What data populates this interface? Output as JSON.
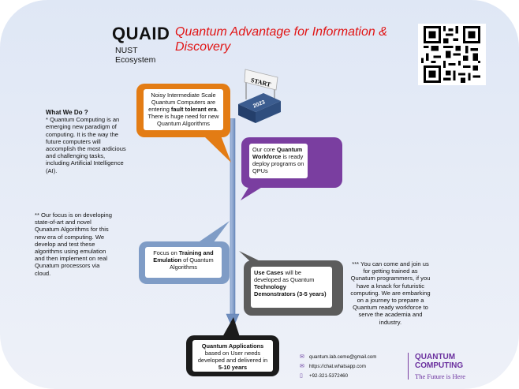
{
  "header": {
    "logo": "QUAID",
    "org_line1": "NUST",
    "org_line2": "Ecosystem",
    "tagline": "Quantum Advantage for Information & Discovery"
  },
  "start_sign": {
    "label": "START",
    "year": "2023"
  },
  "left_column": {
    "what_we_do_title": "What We Do ?",
    "what_we_do_body": "* Quantum Computing is an emerging new paradigm of computing. It is the way the future computers will accomplish the most ardicious and challenging tasks, including Artificial Intelligence (AI).",
    "focus_body": "** Our focus is on developing state-of-art and novel Qunatum Algorithms for this new era of computing. We develop and test these algorithms using emulation and then implement on real Qunatum processors via cloud."
  },
  "right_column": {
    "join_body": "*** You can come and join us for getting trained as Qunatum programmers, if you have a knack for futuristic computing. We are embarking on a journey to prepare a Quantum ready workforce to serve the academia and industry."
  },
  "bubbles": {
    "nisq": {
      "pre": "Noisy Intermediate Scale Quantum Computers are entering ",
      "bold": "fault tolerant era",
      "post": ". There is huge need for new Quantum Algorithms"
    },
    "workforce": {
      "pre": "Our core ",
      "bold": "Quantum Workforce",
      "post": " is ready deploy programs on QPUs"
    },
    "training": {
      "pre": "Focus on ",
      "bold": "Training and Emulation",
      "post": " of Quantum Algorithms"
    },
    "use_cases": {
      "bold1": "Use Cases",
      "mid": " will be developed as Quantum ",
      "bold2": "Technology Demonstrators (3-5 years)"
    },
    "applications": {
      "bold1": "Quantum Applications",
      "mid": " based on User needs developed and delivered in ",
      "bold2": "5-10 years"
    }
  },
  "contacts": {
    "email": "quantum.lab.ceme@gmail.com",
    "whatsapp": "https://chat.whatsapp.com",
    "phone": "+92-321-5372460",
    "icons": [
      "link-icon",
      "mail-icon",
      "phone-icon"
    ]
  },
  "brand": {
    "line1": "QUANTUM",
    "line2": "COMPUTING",
    "slogan": "The Future is Here"
  },
  "colors": {
    "tagline": "#e11414",
    "orange": "#e37c14",
    "purple": "#7a3ea0",
    "blue": "#7f9cc6",
    "gray": "#5c5c5c",
    "black": "#1b1b1b",
    "arrow": "#8fa8d0"
  }
}
